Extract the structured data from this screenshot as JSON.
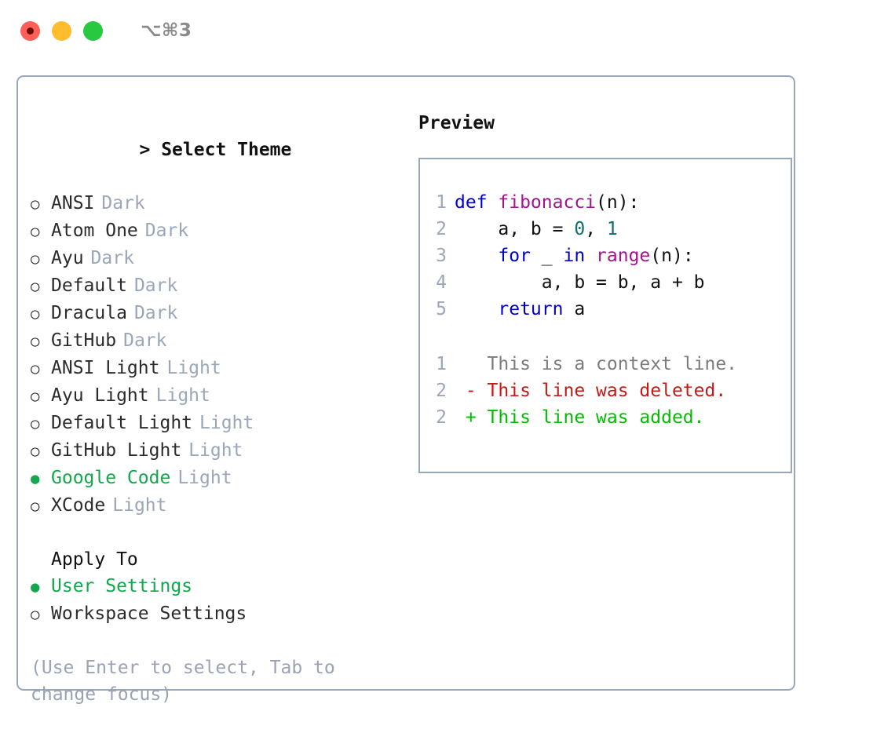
{
  "window": {
    "shortcut": "⌥⌘3",
    "traffic_lights": [
      {
        "name": "close",
        "color": "#ff5f57"
      },
      {
        "name": "minimize",
        "color": "#ffbd2e"
      },
      {
        "name": "maximize",
        "color": "#28c840"
      }
    ]
  },
  "theme_picker": {
    "caret": ">",
    "heading": "Select Theme",
    "bullet_selected": "●",
    "bullet_unselected": "○",
    "items": [
      {
        "label": "ANSI",
        "tag": "Dark",
        "selected": false
      },
      {
        "label": "Atom One",
        "tag": "Dark",
        "selected": false
      },
      {
        "label": "Ayu",
        "tag": "Dark",
        "selected": false
      },
      {
        "label": "Default",
        "tag": "Dark",
        "selected": false
      },
      {
        "label": "Dracula",
        "tag": "Dark",
        "selected": false
      },
      {
        "label": "GitHub",
        "tag": "Dark",
        "selected": false
      },
      {
        "label": "ANSI Light",
        "tag": "Light",
        "selected": false
      },
      {
        "label": "Ayu Light",
        "tag": "Light",
        "selected": false
      },
      {
        "label": "Default Light",
        "tag": "Light",
        "selected": false
      },
      {
        "label": "GitHub Light",
        "tag": "Light",
        "selected": false
      },
      {
        "label": "Google Code",
        "tag": "Light",
        "selected": true
      },
      {
        "label": "XCode",
        "tag": "Light",
        "selected": false
      }
    ]
  },
  "apply_to": {
    "heading": "Apply To",
    "items": [
      {
        "label": "User Settings",
        "selected": true
      },
      {
        "label": "Workspace Settings",
        "selected": false
      }
    ]
  },
  "hint": "(Use Enter to select, Tab to change focus)",
  "preview": {
    "title": "Preview",
    "code_lines": [
      {
        "number": "1",
        "tokens": [
          {
            "text": "def ",
            "kind": "kw"
          },
          {
            "text": "fibonacci",
            "kind": "fn"
          },
          {
            "text": "(n):",
            "kind": "plain"
          }
        ]
      },
      {
        "number": "2",
        "tokens": [
          {
            "text": "    a, b = ",
            "kind": "plain"
          },
          {
            "text": "0",
            "kind": "num"
          },
          {
            "text": ", ",
            "kind": "plain"
          },
          {
            "text": "1",
            "kind": "num"
          }
        ]
      },
      {
        "number": "3",
        "tokens": [
          {
            "text": "    ",
            "kind": "plain"
          },
          {
            "text": "for",
            "kind": "kw"
          },
          {
            "text": " _ ",
            "kind": "plain"
          },
          {
            "text": "in",
            "kind": "kw"
          },
          {
            "text": " ",
            "kind": "plain"
          },
          {
            "text": "range",
            "kind": "fn"
          },
          {
            "text": "(n):",
            "kind": "plain"
          }
        ]
      },
      {
        "number": "4",
        "tokens": [
          {
            "text": "        a, b = b, a + b",
            "kind": "plain"
          }
        ]
      },
      {
        "number": "5",
        "tokens": [
          {
            "text": "    ",
            "kind": "plain"
          },
          {
            "text": "return",
            "kind": "kw"
          },
          {
            "text": " a",
            "kind": "plain"
          }
        ]
      }
    ],
    "diff_lines": [
      {
        "number": "1",
        "marker": " ",
        "text": "This is a context line.",
        "kind": "ctx"
      },
      {
        "number": "2",
        "marker": "-",
        "text": "This line was deleted.",
        "kind": "del"
      },
      {
        "number": "2",
        "marker": "+",
        "text": "This line was added.",
        "kind": "add"
      }
    ]
  },
  "colors": {
    "border": "#9aa7b8",
    "accent_green": "#12a84b",
    "muted": "#9aa7b8",
    "keyword": "#0000cc",
    "function": "#a0148c",
    "number": "#0b6e6e",
    "deleted": "#c41a16",
    "added": "#00bd00"
  }
}
